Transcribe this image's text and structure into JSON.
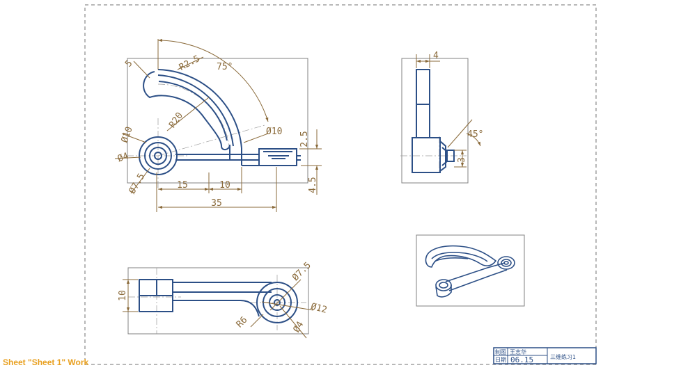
{
  "status_bar": {
    "text": "Sheet \"Sheet 1\" Work"
  },
  "colors": {
    "geometry": "#2c4f86",
    "dimension": "#8a6a3a",
    "centerline": "#9a9a9a",
    "view_frame": "#707070",
    "status_text": "#e8a020"
  },
  "front_view": {
    "dims": {
      "r_slot": "R2.5",
      "slot_width": "5",
      "angle": "75°",
      "d10_left": "Ø10",
      "d4": "Ø4",
      "d7_5": "Ø7.5",
      "r20": "R20",
      "d10_boss": "Ø10",
      "h2_5": "2.5",
      "h4_5": "4.5",
      "len15": "15",
      "len10": "10",
      "len35": "35"
    }
  },
  "side_view": {
    "dims": {
      "w4": "4",
      "angle45": "45°",
      "h3": "3"
    }
  },
  "top_view": {
    "dims": {
      "h10": "10",
      "d7_5": "Ø7.5",
      "d12": "Ø12",
      "r6": "R6",
      "d4": "Ø4"
    }
  },
  "iso_view": {},
  "title_block": {
    "drawn_label": "制图",
    "drawn_name": "王志华",
    "date_label": "日期",
    "date_value": "06.15",
    "drawing_title": "三维练习1"
  }
}
